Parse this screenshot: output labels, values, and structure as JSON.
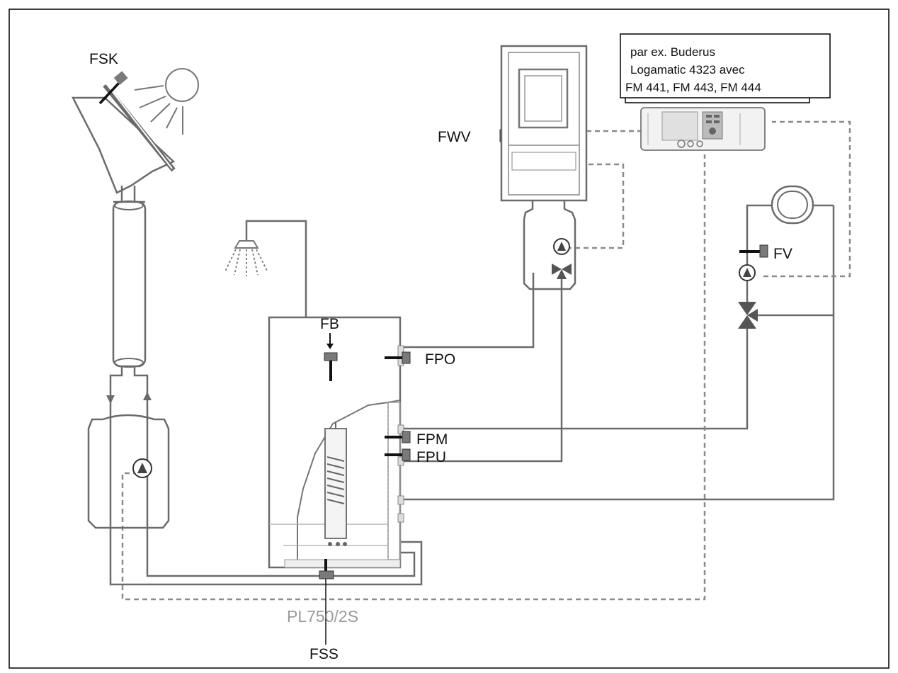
{
  "labels": {
    "fsk": "FSK",
    "fwv": "FWV",
    "fb": "FB",
    "fpo": "FPO",
    "fpm": "FPM",
    "fpu": "FPU",
    "fv": "FV",
    "fss": "FSS",
    "model": "PL750/2S"
  },
  "note": {
    "line1": "par ex. Buderus",
    "line2": "Logamatic 4323 avec",
    "line3": "FM 441, FM 443, FM 444"
  },
  "colors": {
    "pipe": "#6b6b6b",
    "control_line": "#8a8a8a",
    "sensor": "#7a7a7a",
    "model_text": "#9a9a9a"
  }
}
